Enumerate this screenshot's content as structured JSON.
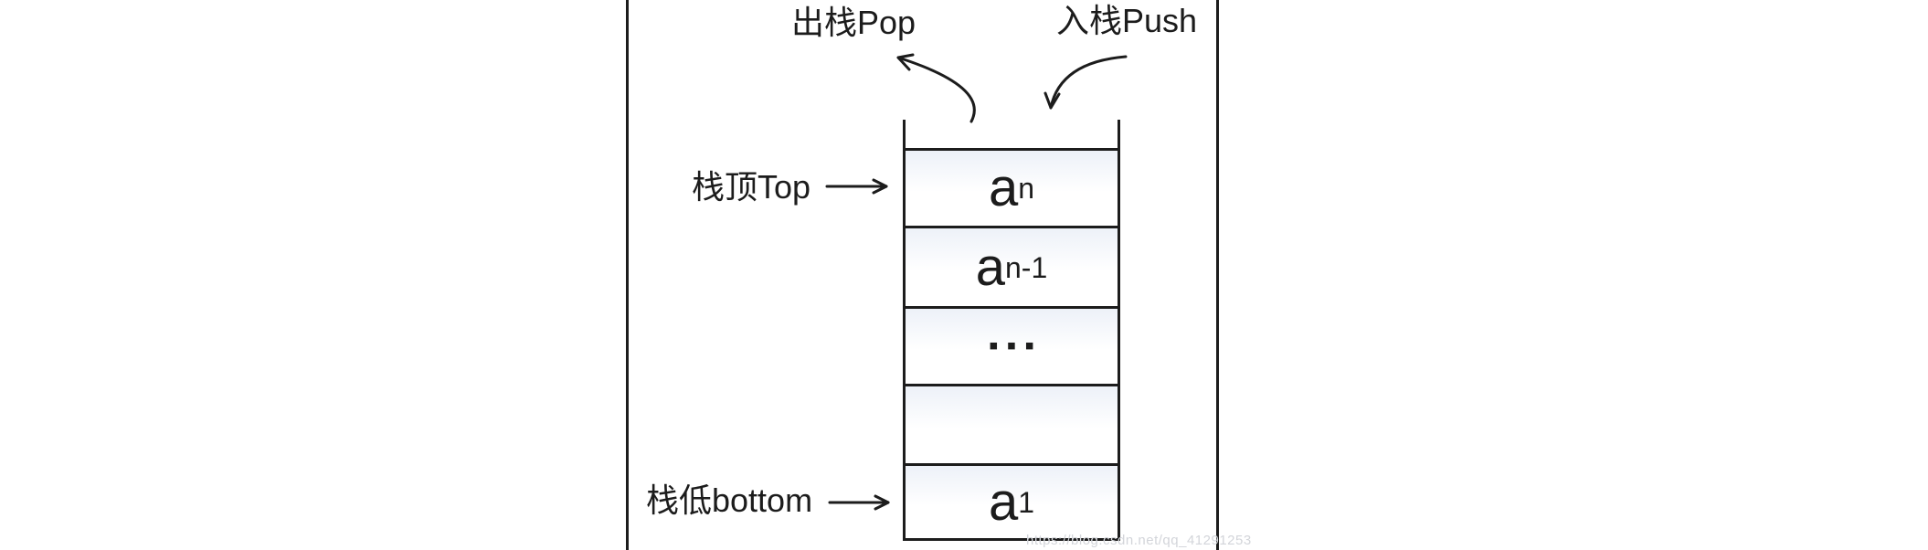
{
  "diagram": {
    "labels": {
      "pop": "出栈Pop",
      "push": "入栈Push",
      "stack_top": "栈顶Top",
      "stack_bottom": "栈低bottom"
    },
    "stack_cells": [
      {
        "base": "a",
        "sub": "n"
      },
      {
        "base": "a",
        "sub": "n-1"
      },
      {
        "dots": "▪▪▪"
      },
      {
        "empty": ""
      },
      {
        "base": "a",
        "sub": "1"
      }
    ],
    "watermark": "https://blog.csdn.net/qq_41291253",
    "colors": {
      "line": "#1c1c1c",
      "cell_tint": "#edf1f8",
      "watermark": "#d3d5da"
    }
  }
}
